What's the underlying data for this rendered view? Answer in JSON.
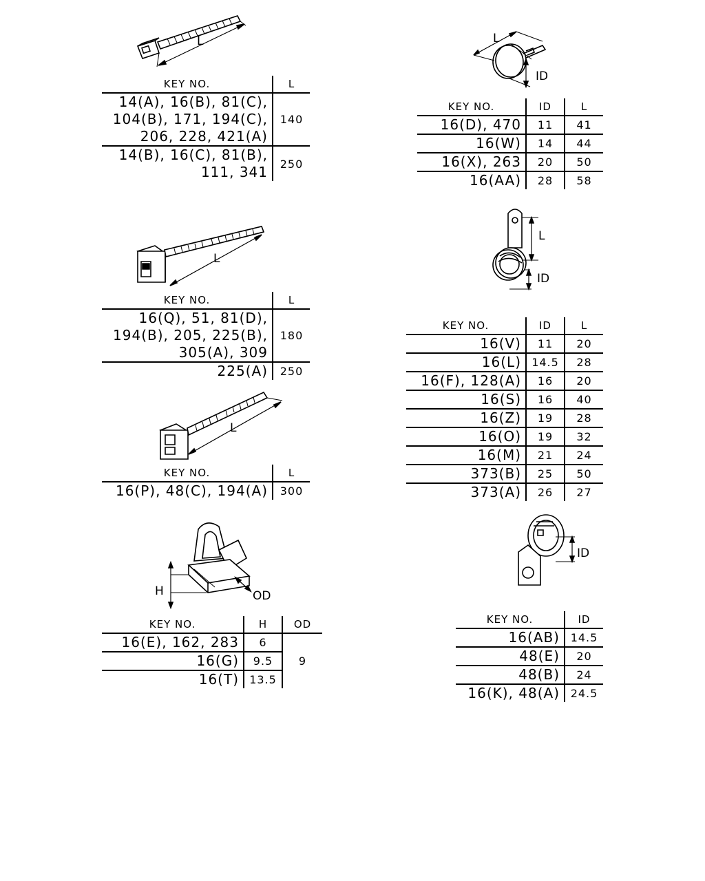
{
  "figures": {
    "tie_small": {
      "dim_label": "L"
    },
    "tie_mount": {
      "dim_label": "L"
    },
    "tie_block": {
      "dim_label": "L"
    },
    "clip_mount": {
      "height_label": "H",
      "od_label": "OD"
    },
    "ring_clamp": {
      "length_label": "L",
      "id_label": "ID"
    },
    "loop_clamp": {
      "length_label": "L",
      "id_label": "ID"
    },
    "p_clamp": {
      "id_label": "ID"
    }
  },
  "tables": {
    "tie_small": {
      "headers": [
        "KEY NO.",
        "L"
      ],
      "rows": [
        {
          "key_lines": [
            "14(A), 16(B), 81(C),",
            "104(B), 171, 194(C),",
            "206, 228, 421(A)"
          ],
          "L": "140"
        },
        {
          "key_lines": [
            "14(B), 16(C), 81(B),",
            "111, 341"
          ],
          "L": "250"
        }
      ]
    },
    "tie_mount": {
      "headers": [
        "KEY NO.",
        "L"
      ],
      "rows": [
        {
          "key_lines": [
            "16(Q), 51, 81(D),",
            "194(B), 205, 225(B),",
            "305(A), 309"
          ],
          "L": "180"
        },
        {
          "key_lines": [
            "225(A)"
          ],
          "L": "250"
        }
      ]
    },
    "tie_block": {
      "headers": [
        "KEY NO.",
        "L"
      ],
      "rows": [
        {
          "key_lines": [
            "16(P), 48(C), 194(A)"
          ],
          "L": "300"
        }
      ]
    },
    "clip_mount": {
      "headers": [
        "KEY NO.",
        "H",
        "OD"
      ],
      "od_value": "9",
      "rows": [
        {
          "key": "16(E), 162, 283",
          "H": "6"
        },
        {
          "key": "16(G)",
          "H": "9.5"
        },
        {
          "key": "16(T)",
          "H": "13.5"
        }
      ]
    },
    "ring_clamp": {
      "headers": [
        "KEY NO.",
        "ID",
        "L"
      ],
      "rows": [
        {
          "key": "16(D), 470",
          "ID": "11",
          "L": "41"
        },
        {
          "key": "16(W)",
          "ID": "14",
          "L": "44"
        },
        {
          "key": "16(X), 263",
          "ID": "20",
          "L": "50"
        },
        {
          "key": "16(AA)",
          "ID": "28",
          "L": "58"
        }
      ]
    },
    "loop_clamp": {
      "headers": [
        "KEY NO.",
        "ID",
        "L"
      ],
      "rows": [
        {
          "key": "16(V)",
          "ID": "11",
          "L": "20"
        },
        {
          "key": "16(L)",
          "ID": "14.5",
          "L": "28"
        },
        {
          "key": "16(F), 128(A)",
          "ID": "16",
          "L": "20"
        },
        {
          "key": "16(S)",
          "ID": "16",
          "L": "40"
        },
        {
          "key": "16(Z)",
          "ID": "19",
          "L": "28"
        },
        {
          "key": "16(O)",
          "ID": "19",
          "L": "32"
        },
        {
          "key": "16(M)",
          "ID": "21",
          "L": "24"
        },
        {
          "key": "373(B)",
          "ID": "25",
          "L": "50"
        },
        {
          "key": "373(A)",
          "ID": "26",
          "L": "27"
        }
      ]
    },
    "p_clamp": {
      "headers": [
        "KEY NO.",
        "ID"
      ],
      "rows": [
        {
          "key": "16(AB)",
          "ID": "14.5"
        },
        {
          "key": "48(E)",
          "ID": "20"
        },
        {
          "key": "48(B)",
          "ID": "24"
        },
        {
          "key": "16(K), 48(A)",
          "ID": "24.5"
        }
      ]
    }
  }
}
